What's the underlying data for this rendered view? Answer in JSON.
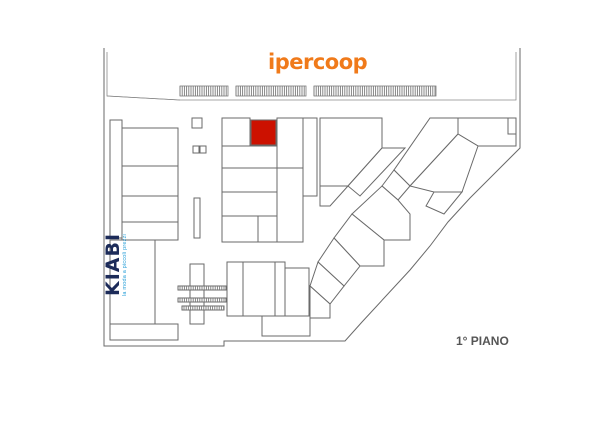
{
  "map": {
    "floor_label": "1° PIANO",
    "highlight_color": "#cc1100",
    "line_color": "#6a6a6a"
  },
  "anchors": {
    "ipercoop": {
      "name": "ipercoop",
      "color": "#f07a1a"
    },
    "kiabi": {
      "name": "KIABI",
      "tagline": "la moda a piccoli prezzi",
      "color": "#1c2b59",
      "tagline_color": "#2aa0d8"
    }
  }
}
